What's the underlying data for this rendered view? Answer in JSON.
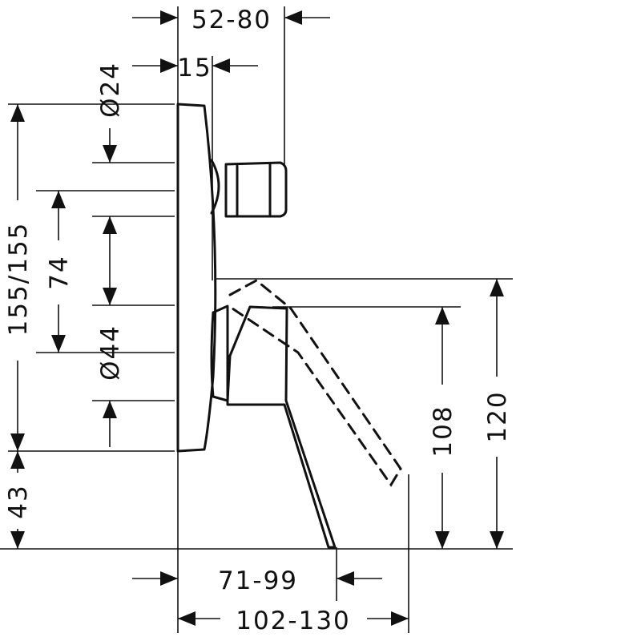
{
  "dimensions": {
    "top_width": "52-80",
    "top_offset": "15",
    "dia_small": "Ø24",
    "height_total": "155/155",
    "height_mid": "74",
    "dia_large": "Ø44",
    "below_floor": "43",
    "reach_inner": "71-99",
    "reach_outer": "102-130",
    "height_lever": "108",
    "height_max": "120"
  },
  "colors": {
    "line": "#111111",
    "background": "#ffffff"
  }
}
